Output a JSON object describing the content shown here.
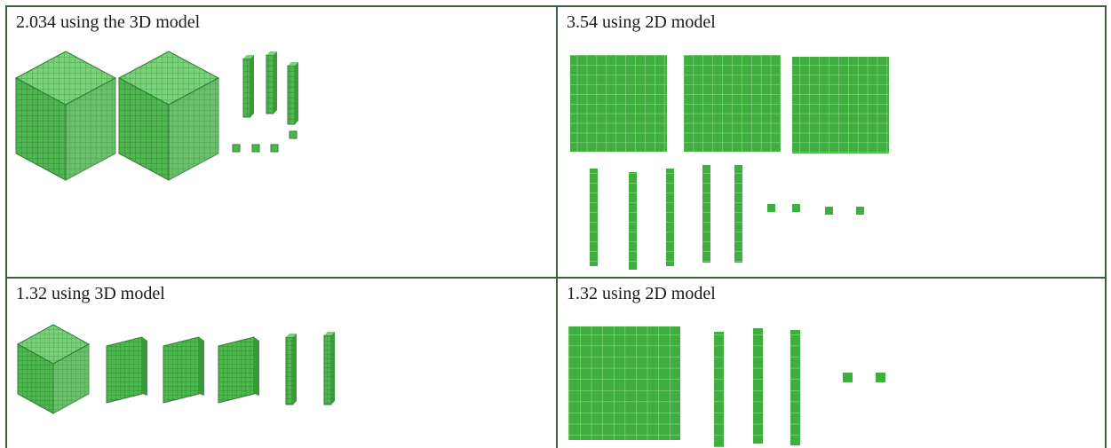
{
  "cells": {
    "top_left": {
      "caption": "2.034 using the 3D model",
      "model": "3D",
      "flats": 0,
      "cubes_large": 2,
      "rods": 3,
      "units": 4
    },
    "top_right": {
      "caption": "3.54 using 2D model",
      "model": "2D",
      "flats": 3,
      "rods": 5,
      "units": 4
    },
    "bottom_left": {
      "caption": "1.32 using 3D model",
      "model": "3D",
      "cubes_large": 1,
      "flats": 3,
      "rods": 2,
      "units": 0
    },
    "bottom_right": {
      "caption": "1.32 using 2D model",
      "model": "2D",
      "flats": 1,
      "rods": 3,
      "units": 2
    }
  },
  "colors": {
    "block_face": "#5cbf5c",
    "block_top": "#7fd77f",
    "block_side": "#3a9a3a",
    "grid_line": "#2e7d32",
    "flat_fill": "#3fae3f",
    "flat_line": "#9be09b",
    "border": "#3b5f3b"
  }
}
